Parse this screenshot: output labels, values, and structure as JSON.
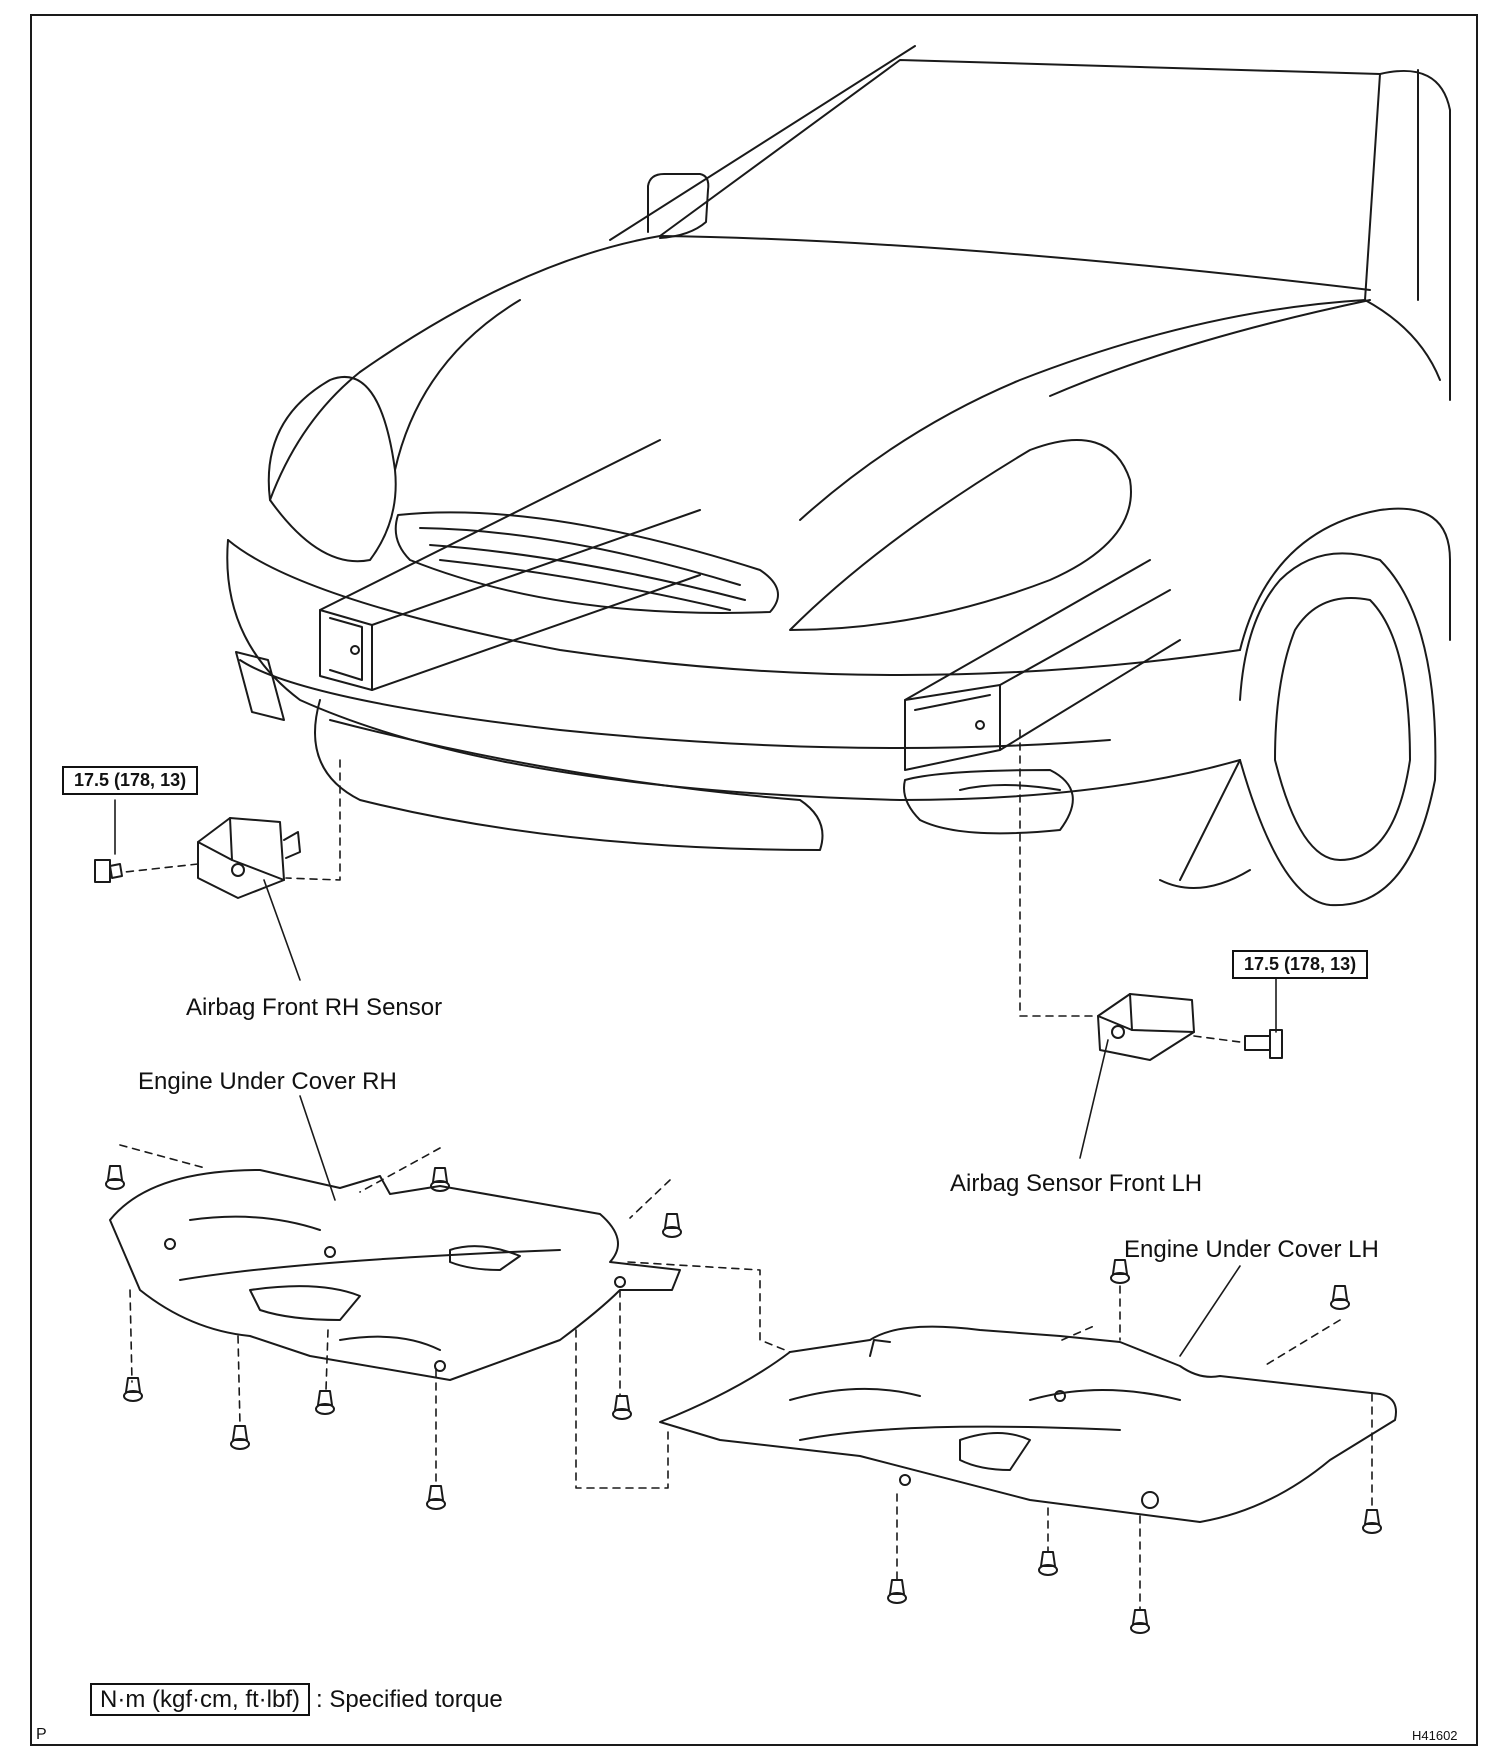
{
  "labels": {
    "airbag_front_rh_sensor": "Airbag Front RH Sensor",
    "airbag_sensor_front_lh": "Airbag Sensor Front LH",
    "engine_under_cover_rh": "Engine Under Cover RH",
    "engine_under_cover_lh": "Engine Under Cover LH"
  },
  "torque": {
    "rh": "17.5 (178, 13)",
    "lh": "17.5 (178, 13)"
  },
  "legend": {
    "unit": "N·m (kgf·cm, ft·lbf)",
    "text": ": Specified torque"
  },
  "corner": {
    "left": "P",
    "right": "H41602"
  }
}
